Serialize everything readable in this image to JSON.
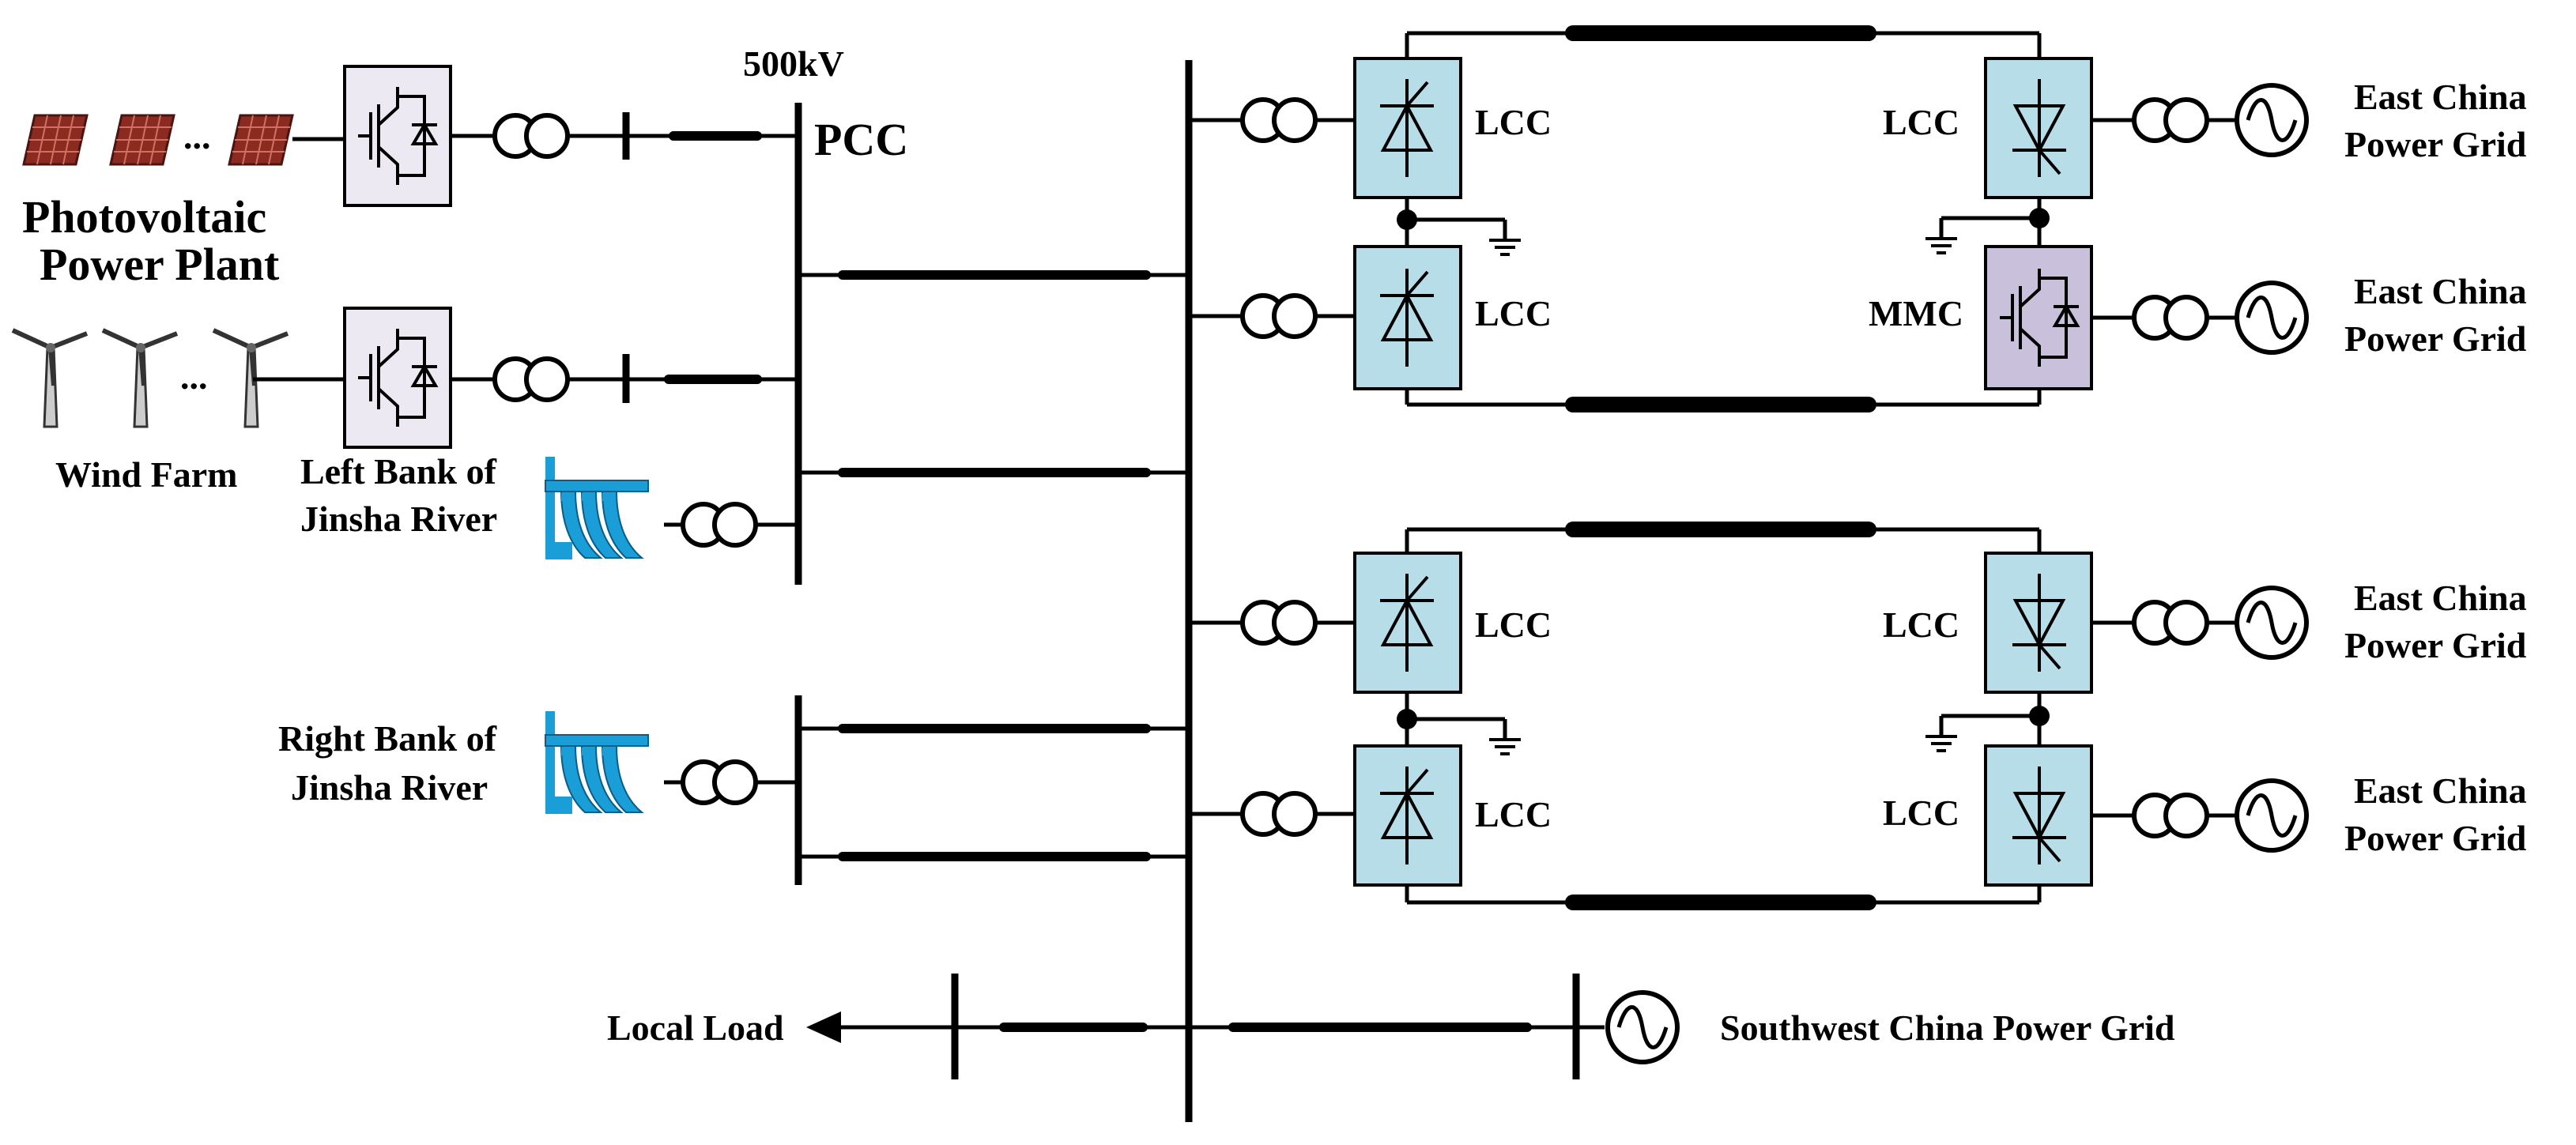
{
  "colors": {
    "lcc_fill": "#b7dde8",
    "mmc_fill": "#c9c0dc",
    "vsc_fill": "#ede9f3",
    "pv_panel": "#8b2a20",
    "hydro": "#1a9ed8",
    "line": "#000000"
  },
  "labels": {
    "voltage": "500kV",
    "pcc": "PCC",
    "pv_line1": "Photovoltaic",
    "pv_line2": "Power Plant",
    "pv_dots": "...",
    "wind": "Wind Farm",
    "wind_dots": "...",
    "left_bank_line1": "Left Bank of",
    "left_bank_line2": "Jinsha River",
    "right_bank_line1": "Right Bank of",
    "right_bank_line2": "Jinsha River",
    "local_load": "Local Load",
    "southwest_grid": "Southwest China Power Grid"
  },
  "converters": {
    "rectifiers": [
      "LCC",
      "LCC",
      "LCC",
      "LCC"
    ],
    "inverters": [
      "LCC",
      "MMC",
      "LCC",
      "LCC"
    ]
  },
  "grids": [
    {
      "line1": "East China",
      "line2": "Power Grid"
    },
    {
      "line1": "East China",
      "line2": "Power Grid"
    },
    {
      "line1": "East China",
      "line2": "Power Grid"
    },
    {
      "line1": "East China",
      "line2": "Power Grid"
    }
  ],
  "icons": {
    "converter_lcc": "thyristor-icon",
    "converter_mmc": "igbt-icon",
    "transformer": "transformer-icon",
    "ac_source": "ac-source-icon",
    "ground": "ground-icon",
    "pv": "solar-panel-icon",
    "wind": "wind-turbine-icon",
    "hydro": "hydropower-icon",
    "load": "arrow-left-icon"
  }
}
